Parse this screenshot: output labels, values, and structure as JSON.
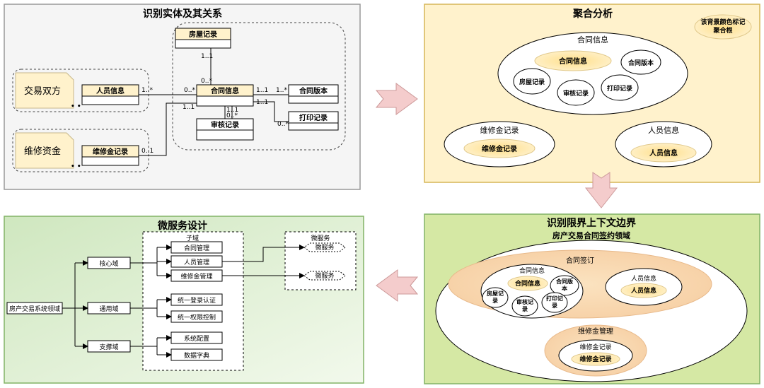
{
  "panels": {
    "entities": {
      "title": "识别实体及其关系",
      "groups": {
        "trade_party": "交易双方",
        "maintenance_fund": "维修资金"
      },
      "classes": {
        "house_record": "房屋记录",
        "person_info": "人员信息",
        "contract_info": "合同信息",
        "contract_version": "合同版本",
        "audit_record": "审核记录",
        "print_record": "打印记录",
        "fund_record": "维修金记录"
      },
      "multiplicities": {
        "house_top": "1..1",
        "house_bottom": "0..*",
        "person_side": "1..*",
        "contract_person": "0..*",
        "contract_version_left": "1..1",
        "version_right": "1..*",
        "contract_print_left": "1..1",
        "print_right": "0..*",
        "audit_top": "1..1",
        "audit_bottom": "0..*",
        "contract_fund": "1..1",
        "fund_side": "0..1",
        "dots": "• •"
      }
    },
    "aggregate": {
      "title": "聚合分析",
      "legend": "该背景颜色标记\n聚合根",
      "contract_group": {
        "label": "合同信息",
        "root": "合同信息",
        "items": [
          "合同版本",
          "房屋记录",
          "审核记录",
          "打印记录"
        ]
      },
      "fund_group": {
        "label": "维修金记录",
        "root": "维修金记录"
      },
      "person_group": {
        "label": "人员信息",
        "root": "人员信息"
      }
    },
    "bounded_context": {
      "title": "识别限界上下文边界",
      "domain_label": "房产交易合同签约领域",
      "signing": {
        "label": "合同签订",
        "contract_label": "合同信息",
        "contract_root": "合同信息",
        "items": [
          "合同版\n本",
          "房屋记\n录",
          "审核记\n录",
          "打印记\n录"
        ],
        "person_label": "人员信息",
        "person_root": "人员信息"
      },
      "fund_mgmt": {
        "label": "维修金管理",
        "fund_label": "维修金记录",
        "fund_root": "维修金记录"
      }
    },
    "microservice": {
      "title": "微服务设计",
      "root": "房产交易系统领域",
      "domains": [
        "核心域",
        "通用域",
        "支撑域"
      ],
      "subdomain_header": "子域",
      "subdomains": [
        "合同管理",
        "人员管理",
        "维修金管理",
        "统一登录认证",
        "统一权限控制",
        "系统配置",
        "数据字典"
      ],
      "service_header": "微服务",
      "services": [
        "微服务",
        "微服务"
      ]
    }
  },
  "colors": {
    "entities_bg": "#f5f5f5",
    "aggregate_bg": "#fff2cc",
    "bounded_bg": "#d5e8a4",
    "micro_bg": "#d8eccb",
    "root_fill": "#ffe6a8",
    "arrow_fill": "#f4cccc",
    "class_header": "#fff2cc",
    "note_fill": "#fff2cc"
  }
}
